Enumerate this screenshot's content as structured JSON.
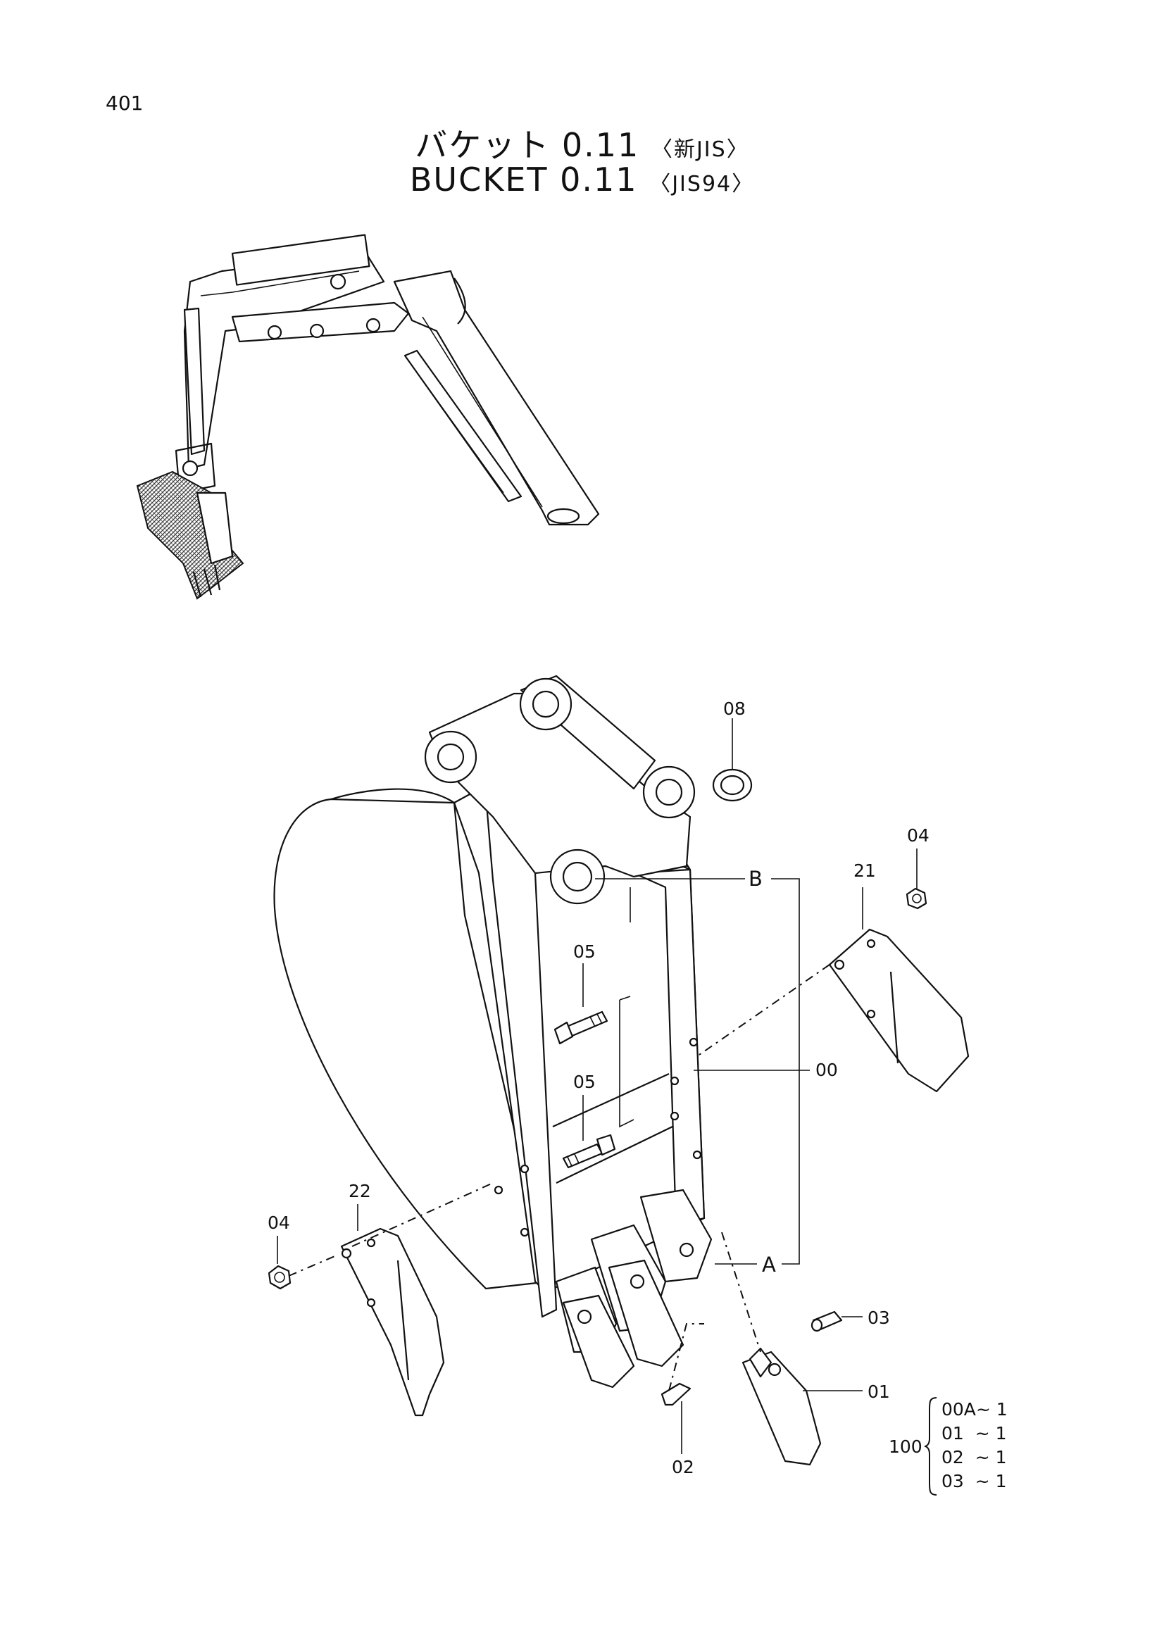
{
  "page": {
    "number": "401"
  },
  "title": {
    "jp_main": "バケット  0.11",
    "jp_std": "〈新JIS〉",
    "en_main": "BUCKET  0.11",
    "en_std": "〈JIS94〉"
  },
  "callouts": [
    {
      "id": "08",
      "label": "08"
    },
    {
      "id": "04-right",
      "label": "04"
    },
    {
      "id": "21",
      "label": "21"
    },
    {
      "id": "b",
      "label": "B"
    },
    {
      "id": "05-upper",
      "label": "05"
    },
    {
      "id": "05-lower",
      "label": "05"
    },
    {
      "id": "00",
      "label": "00"
    },
    {
      "id": "22",
      "label": "22"
    },
    {
      "id": "04-left",
      "label": "04"
    },
    {
      "id": "a",
      "label": "A"
    },
    {
      "id": "03",
      "label": "03"
    },
    {
      "id": "01",
      "label": "01"
    },
    {
      "id": "02",
      "label": "02"
    }
  ],
  "kit": {
    "quantity": "100",
    "items": [
      {
        "part": "00A",
        "qty": "~ 1"
      },
      {
        "part": "01 ",
        "qty": " ~ 1"
      },
      {
        "part": "02 ",
        "qty": " ~ 1"
      },
      {
        "part": "03 ",
        "qty": " ~ 1"
      }
    ]
  }
}
